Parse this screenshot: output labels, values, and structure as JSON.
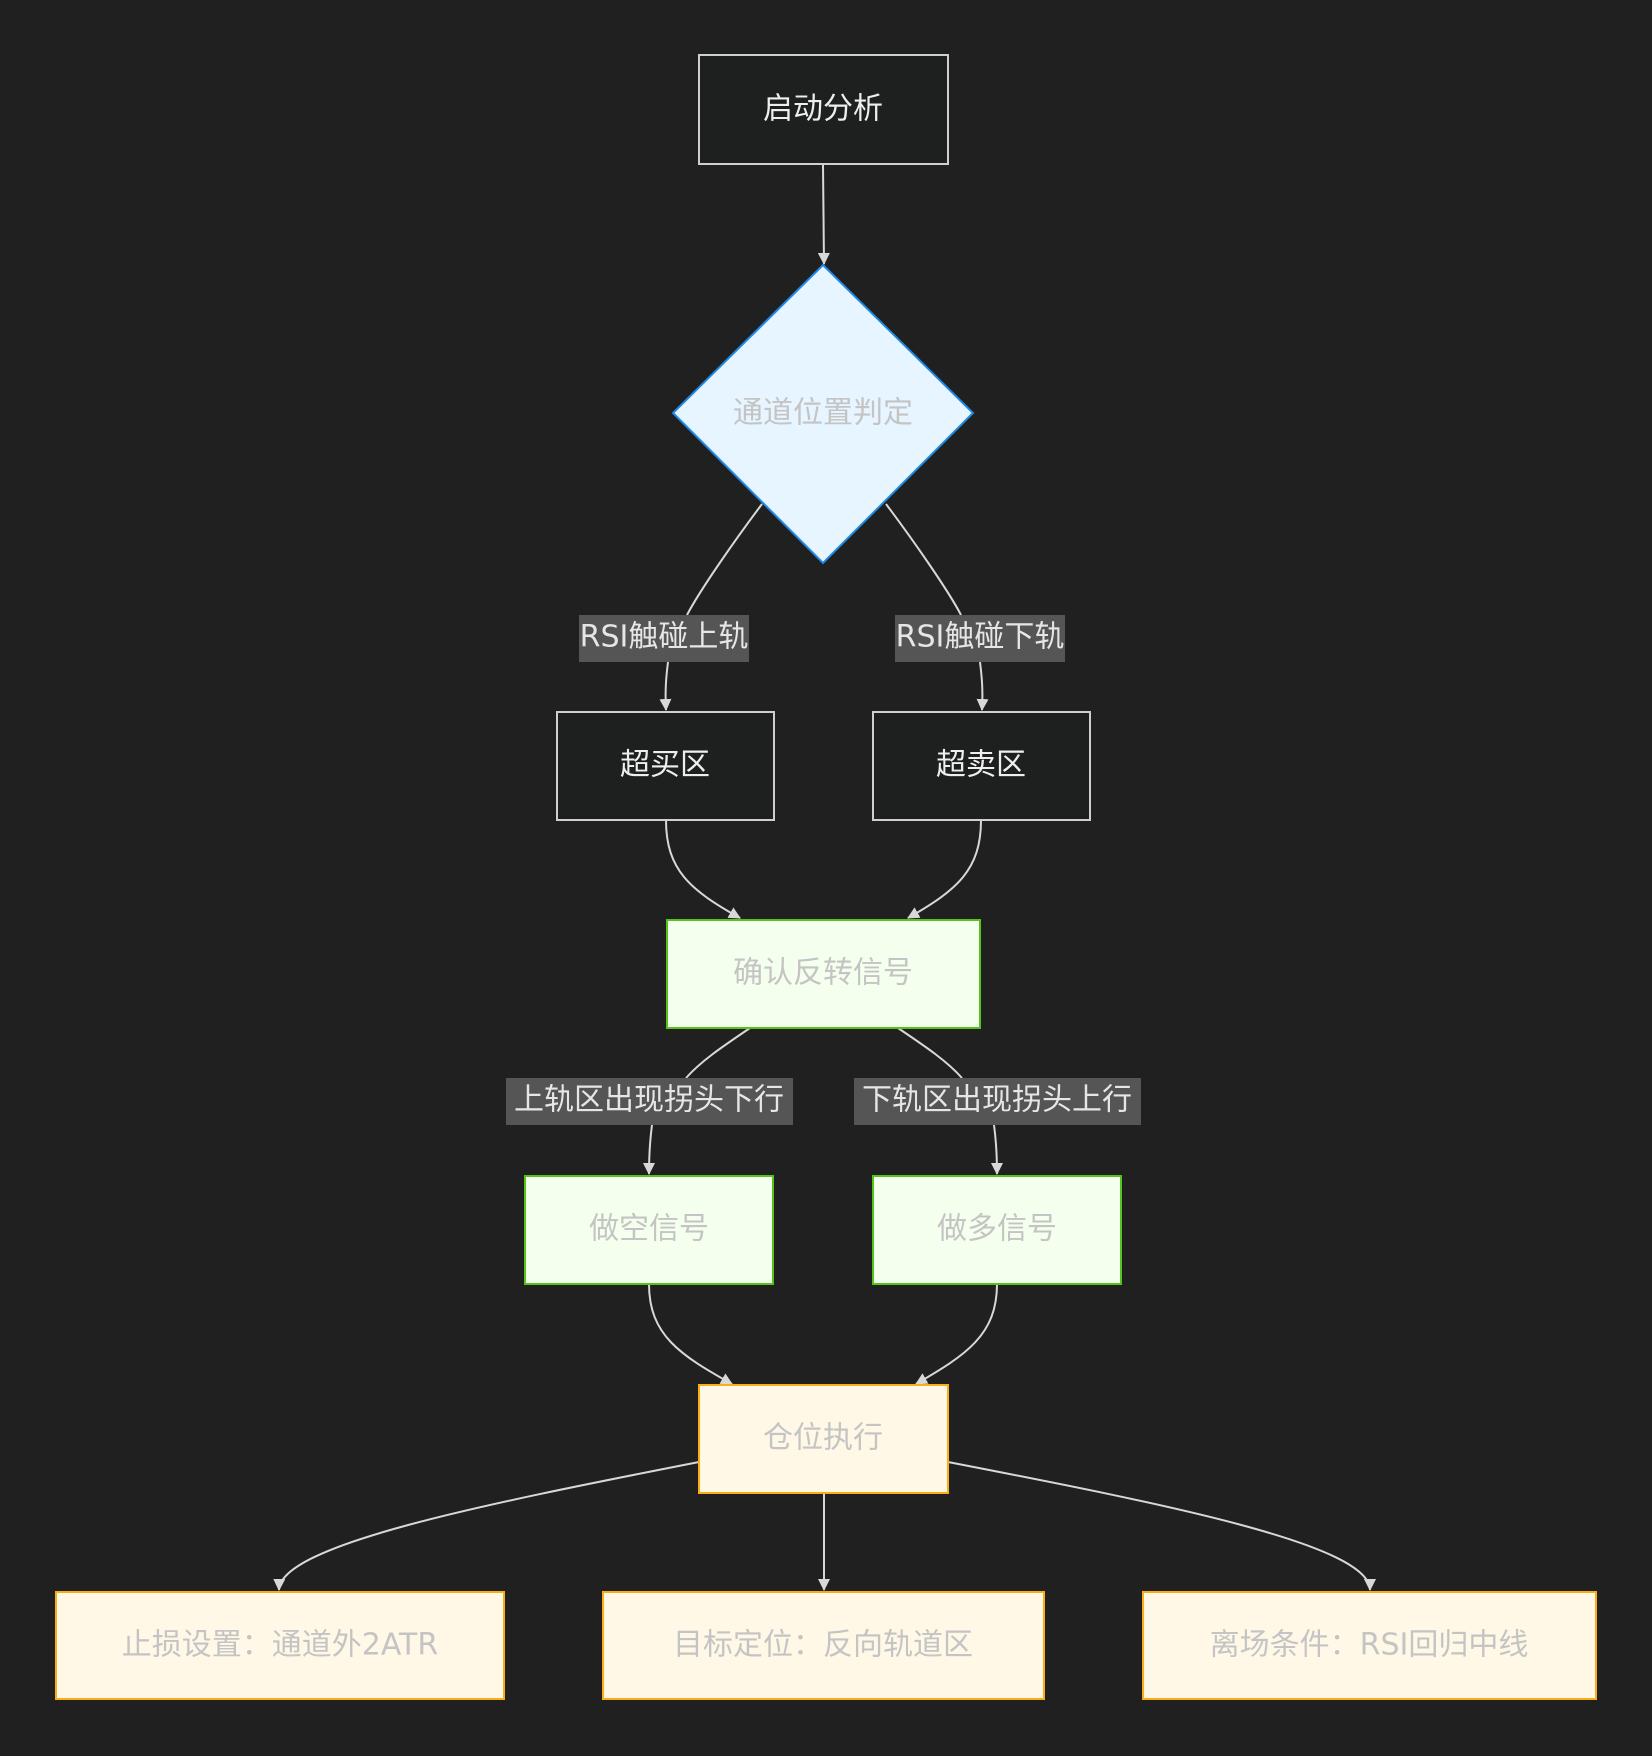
{
  "diagram": {
    "colors": {
      "background": "#202020",
      "edge": "#d8d8d8",
      "edge_label_bg": "#555555",
      "dark_fill": "#1e1f1f",
      "dark_stroke": "#cfcfcf",
      "dark_text": "#eeeeee",
      "decision_fill": "#e6f5ff",
      "decision_stroke": "#1e88e5",
      "decision_text": "#c4c4c4",
      "signal_fill": "#f5ffee",
      "signal_stroke": "#52c41a",
      "signal_text": "#c4c4c4",
      "exec_fill": "#fff8e6",
      "exec_stroke": "#faad14",
      "exec_text": "#c4c4c4"
    },
    "nodes": {
      "start": "启动分析",
      "decision": "通道位置判定",
      "overbought": "超买区",
      "oversold": "超卖区",
      "confirm": "确认反转信号",
      "short": "做空信号",
      "long": "做多信号",
      "execute": "仓位执行",
      "stoploss": "止损设置：通道外2ATR",
      "target": "目标定位：反向轨道区",
      "exit": "离场条件：RSI回归中线"
    },
    "edges": {
      "upper_touch": "RSI触碰上轨",
      "lower_touch": "RSI触碰下轨",
      "upper_turn": "上轨区出现拐头下行",
      "lower_turn": "下轨区出现拐头上行"
    }
  }
}
